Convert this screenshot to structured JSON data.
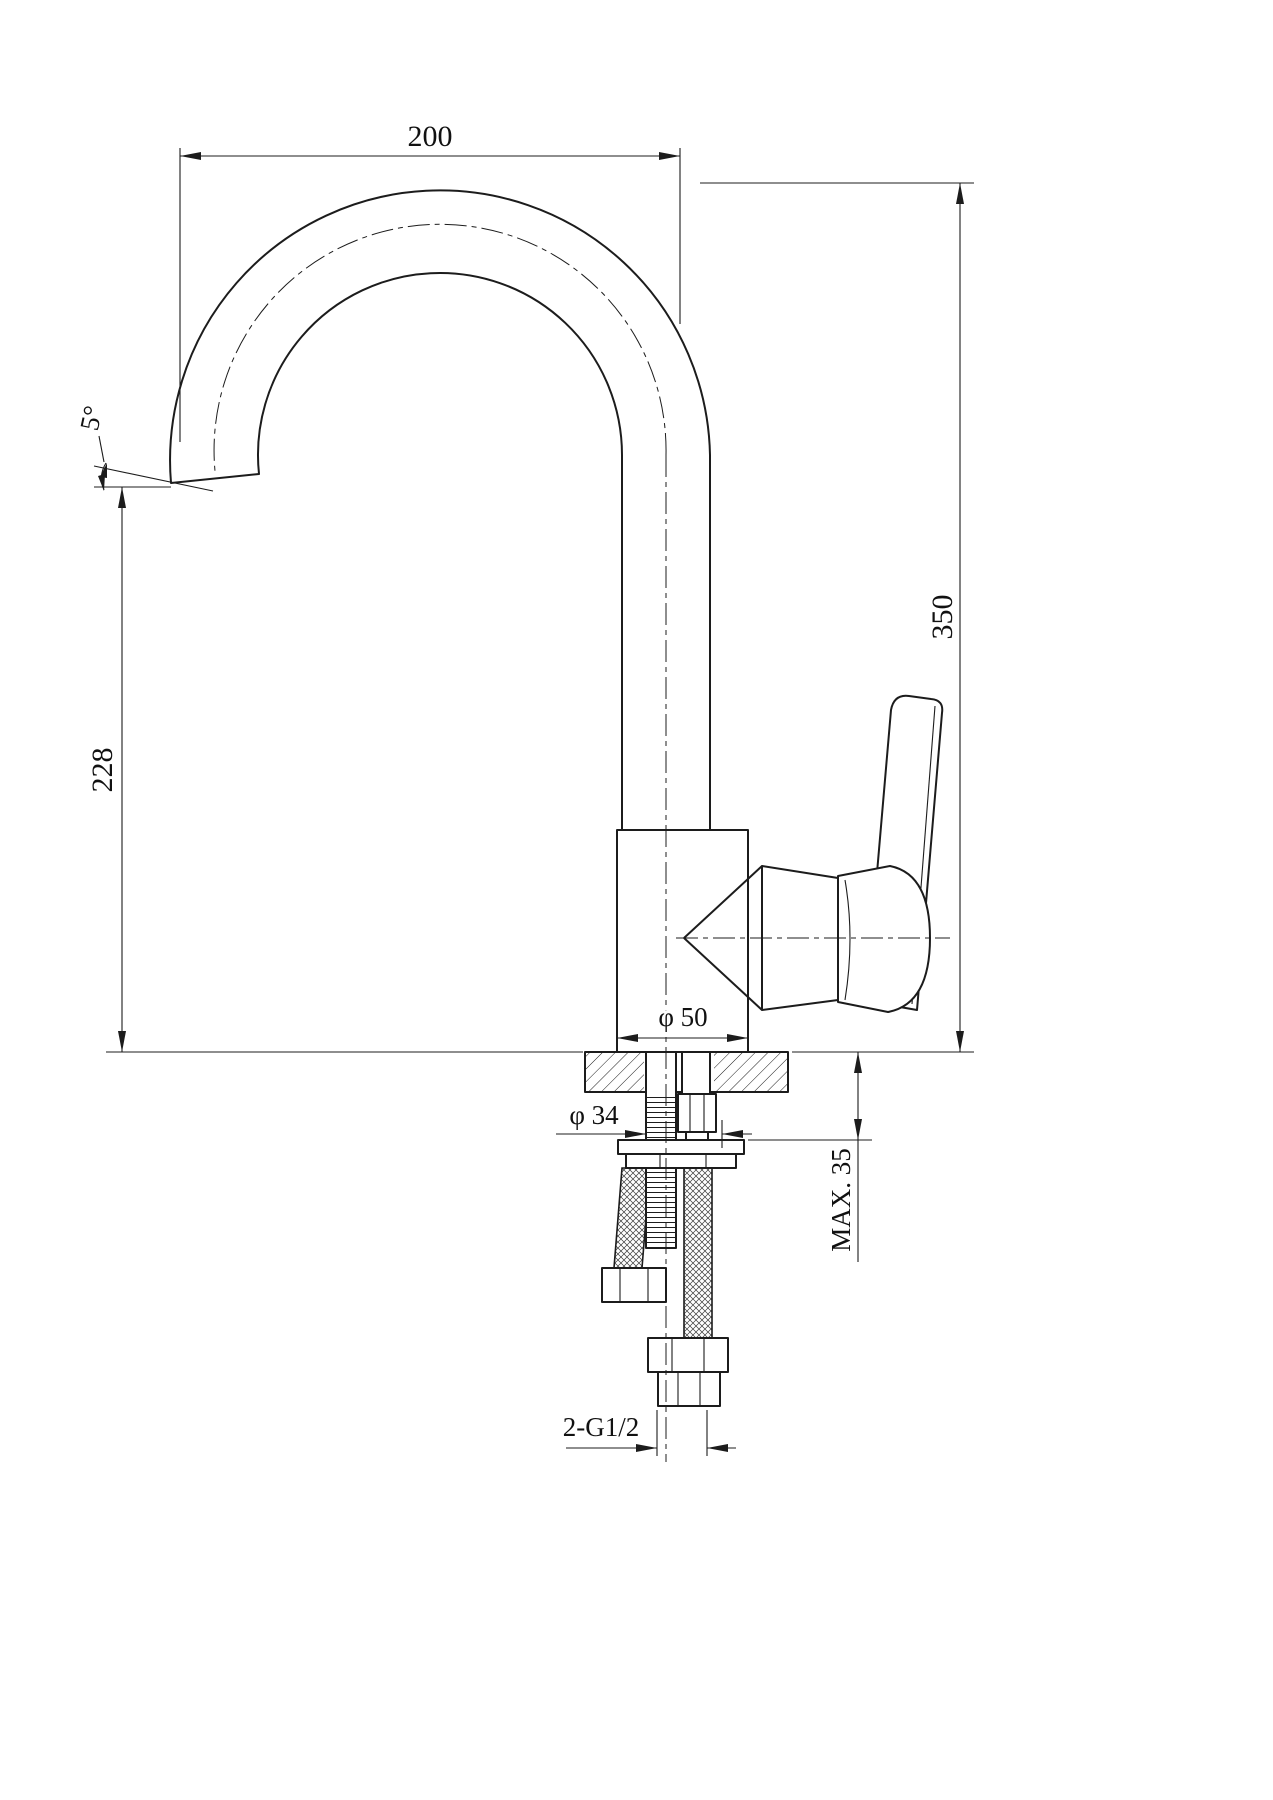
{
  "drawing": {
    "type": "faucet-technical-drawing",
    "background": "#ffffff",
    "line_color": "#1c1c1c",
    "labels": {
      "spout_reach": "200",
      "spout_angle": "5°",
      "spout_height": "228",
      "total_height": "350",
      "body_diameter": "φ 50",
      "hole_diameter": "φ 34",
      "max_deck_thickness": "MAX. 35",
      "connection_thread": "2-G1/2"
    }
  }
}
